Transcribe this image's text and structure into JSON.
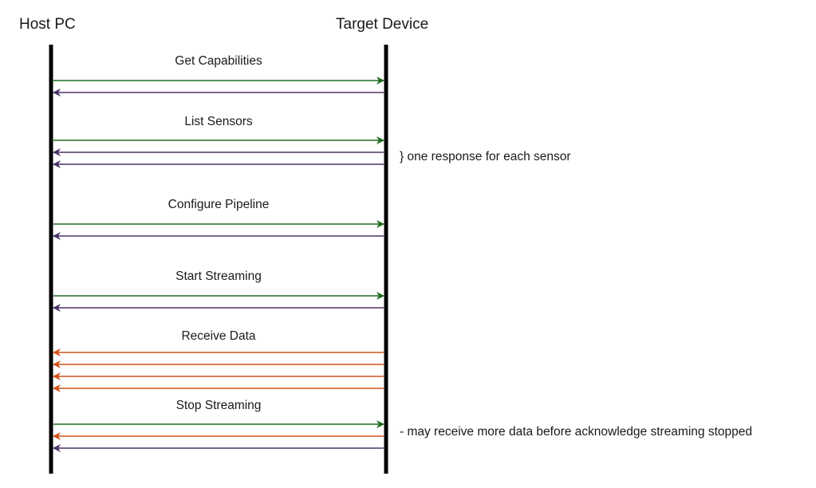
{
  "actors": {
    "host": "Host PC",
    "target": "Target Device"
  },
  "colors": {
    "request": "#1e6b1e",
    "response": "#4b3366",
    "data": "#d4501a",
    "lifeline": "#000000"
  },
  "groups": [
    {
      "label": "Get Capabilities",
      "arrows": [
        "request",
        "response"
      ]
    },
    {
      "label": "List Sensors",
      "arrows": [
        "request",
        "response",
        "response"
      ],
      "note": "} one response for each sensor"
    },
    {
      "label": "Configure Pipeline",
      "arrows": [
        "request",
        "response"
      ]
    },
    {
      "label": "Start Streaming",
      "arrows": [
        "request",
        "response"
      ]
    },
    {
      "label": "Receive Data",
      "arrows": [
        "data",
        "data",
        "data",
        "data"
      ]
    },
    {
      "label": "Stop Streaming",
      "arrows": [
        "request",
        "data",
        "response"
      ],
      "note": "- may receive more data before acknowledge streaming stopped"
    }
  ]
}
